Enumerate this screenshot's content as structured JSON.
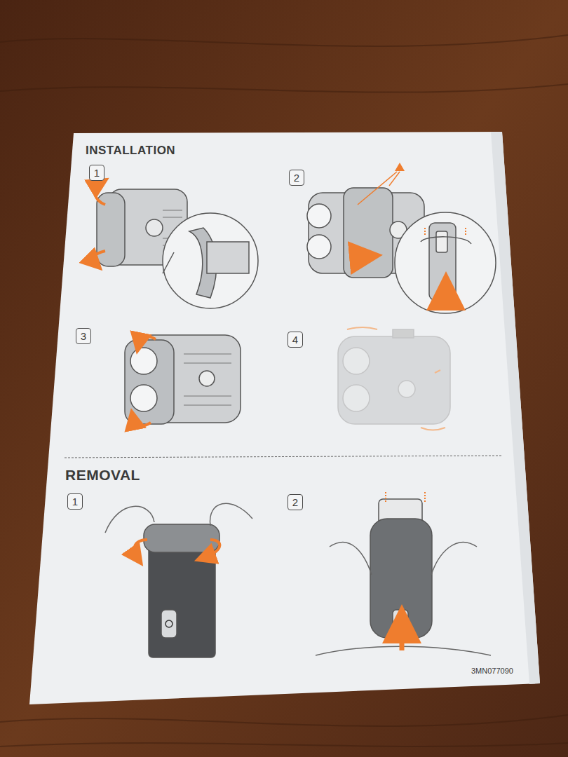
{
  "diagram": {
    "nodes": [
      {
        "text": [
          "1"
        ]
      },
      {
        "text": [
          "2"
        ]
      },
      {
        "text": [
          "3"
        ]
      },
      {
        "text": [
          "4"
        ]
      },
      {
        "text": [
          "1"
        ]
      },
      {
        "text": [
          "2"
        ]
      }
    ],
    "labels": [
      "INSTALLATION",
      "REMOVAL",
      "3MN077090"
    ]
  }
}
